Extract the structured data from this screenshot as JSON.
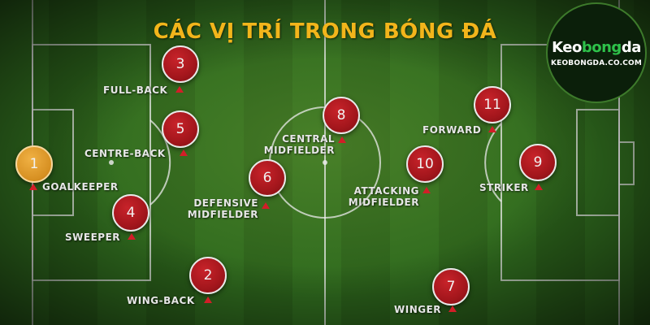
{
  "title": "CÁC VỊ TRÍ TRONG BÓNG ĐÁ",
  "logo": {
    "brand_start": "Keo",
    "brand_mid": "bong",
    "brand_end": "da",
    "domain": "KEOBONGDA.CO.COM"
  },
  "colors": {
    "title": "#f2b51b",
    "badge": "#b01b21",
    "goalkeeper_badge": "#e29a2a",
    "arrow": "#d21e28",
    "pitch": "#2b621b"
  },
  "positions": [
    {
      "number": "1",
      "label": "GOALKEEPER"
    },
    {
      "number": "2",
      "label": "WING-BACK"
    },
    {
      "number": "3",
      "label": "FULL-BACK"
    },
    {
      "number": "4",
      "label": "SWEEPER"
    },
    {
      "number": "5",
      "label": "CENTRE-BACK"
    },
    {
      "number": "6",
      "label_line1": "DEFENSIVE",
      "label_line2": "MIDFIELDER"
    },
    {
      "number": "7",
      "label": "WINGER"
    },
    {
      "number": "8",
      "label_line1": "CENTRAL",
      "label_line2": "MIDFIELDER"
    },
    {
      "number": "9",
      "label": "STRIKER"
    },
    {
      "number": "10",
      "label_line1": "ATTACKING",
      "label_line2": "MIDFIELDER"
    },
    {
      "number": "11",
      "label": "FORWARD"
    }
  ]
}
